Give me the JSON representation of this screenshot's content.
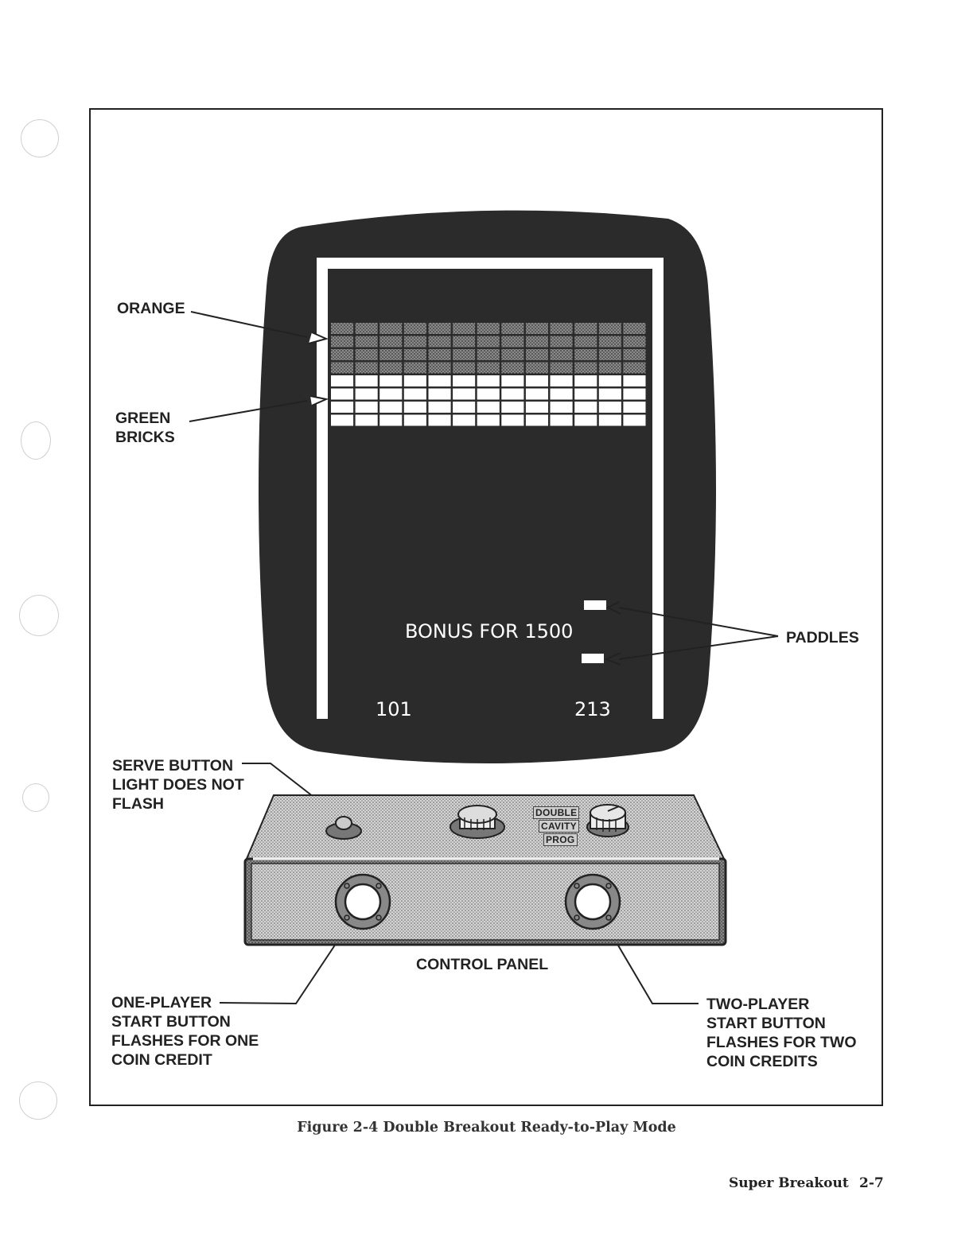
{
  "labels": {
    "orange": "ORANGE",
    "green_bricks": "GREEN\nBRICKS",
    "paddles": "PADDLES",
    "serve_button": "SERVE BUTTON\nLIGHT DOES NOT\nFLASH",
    "control_panel": "CONTROL PANEL",
    "one_player": "ONE-PLAYER\nSTART BUTTON\nFLASHES FOR ONE\nCOIN CREDIT",
    "two_player": "TWO-PLAYER\nSTART BUTTON\nFLASHES FOR TWO\nCOIN CREDITS"
  },
  "screen": {
    "bonus_text": "BONUS FOR 1500",
    "score_left": "101",
    "score_right": "213"
  },
  "panel": {
    "tag_1": "DOUBLE",
    "tag_2": "CAVITY",
    "tag_3": "PROG"
  },
  "caption": "Figure 2-4  Double Breakout Ready-to-Play Mode",
  "footer": {
    "title": "Super Breakout",
    "page": "2-7"
  },
  "bricks": {
    "columns": 13,
    "orange_rows": 4,
    "green_rows": 4
  },
  "colors": {
    "screen": "#2b2b2b",
    "ink": "#222222",
    "panel_fill": "#bdbdbd"
  }
}
